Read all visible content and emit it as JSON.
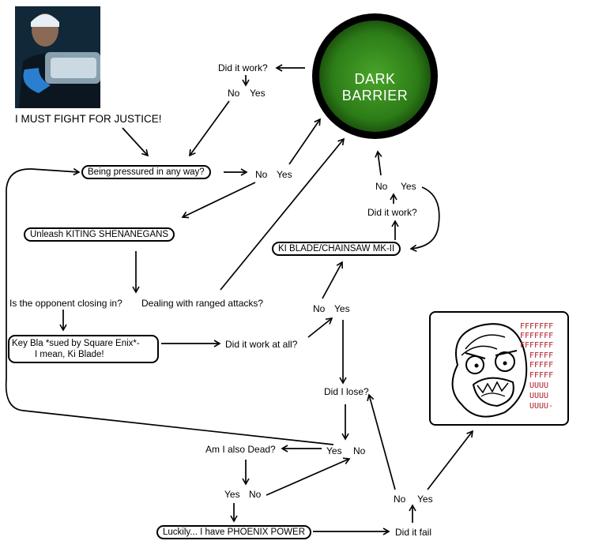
{
  "header": {
    "caption": "I MUST FIGHT FOR JUSTICE!"
  },
  "barrier": {
    "label": "DARK BARRIER",
    "color": "#2c7c17"
  },
  "nodes": {
    "did_it_work_top": "Did it work?",
    "no_top": "No",
    "yes_top": "Yes",
    "pressured": "Being pressured in any way?",
    "no_pressured": "No",
    "yes_pressured": "Yes",
    "no_right_top": "No",
    "yes_right_top": "Yes",
    "did_it_work_right": "Did it work?",
    "kiting": "Unleash KITING SHENANEGANS",
    "ki_blade_chainsaw": "KI BLADE/CHAINSAW MK-II",
    "closing_in": "Is the opponent closing in?",
    "ranged": "Dealing with ranged attacks?",
    "no_mid": "No",
    "yes_mid": "Yes",
    "keyblade_line1": "Key Bla *sued by Square Enix*-",
    "keyblade_line2": "I mean, Ki Blade!",
    "did_it_work_at_all": "Did it work at all?",
    "did_i_lose": "Did I lose?",
    "am_i_dead": "Am I also Dead?",
    "yes_lose": "Yes",
    "no_lose": "No",
    "yes_dead": "Yes",
    "no_dead": "No",
    "phoenix": "Luckily... I have PHOENIX POWER",
    "did_it_fail": "Did it fail",
    "no_fail": "No",
    "yes_fail": "Yes"
  },
  "rage": {
    "lines": [
      "FFFFFFF",
      "FFFFFFF",
      "FFFFFFF",
      "FFFFF",
      "FFFFF",
      "FFFFF",
      "UUUU",
      "UUUU",
      "UUUU-"
    ],
    "text_color": "#b0202a"
  }
}
